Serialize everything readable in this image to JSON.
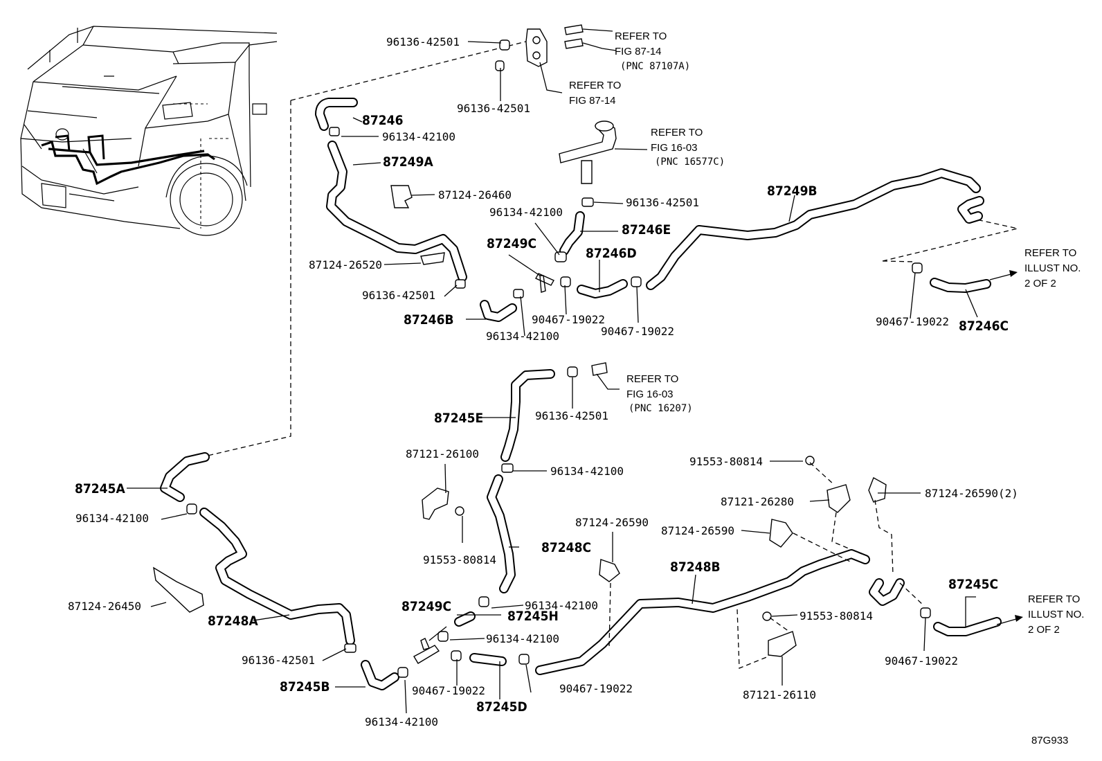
{
  "diagram_code": "87G933",
  "parts": {
    "p87246": "87246",
    "p87249A": "87249A",
    "p87249B": "87249B",
    "p87249C_top": "87249C",
    "p87249C_bot": "87249C",
    "p87246B": "87246B",
    "p87246C": "87246C",
    "p87246D": "87246D",
    "p87246E": "87246E",
    "p87245A": "87245A",
    "p87245B": "87245B",
    "p87245C": "87245C",
    "p87245D": "87245D",
    "p87245E": "87245E",
    "p87245H": "87245H",
    "p87248A": "87248A",
    "p87248B": "87248B",
    "p87248C": "87248C"
  },
  "numbers": {
    "n1": "96136-42501",
    "n2": "96136-42501",
    "n3": "96134-42100",
    "n4": "87124-26460",
    "n5": "96134-42100",
    "n6": "96136-42501",
    "n7": "87124-26520",
    "n8": "96136-42501",
    "n9": "90467-19022",
    "n10": "96134-42100",
    "n11": "90467-19022",
    "n12": "90467-19022",
    "n13": "96136-42501",
    "n14": "87121-26100",
    "n15": "96134-42100",
    "n16": "91553-80814",
    "n17": "87121-26280",
    "n18": "87124-26590(2)",
    "n19": "87124-26590",
    "n20": "87124-26590",
    "n21": "96134-42100",
    "n22": "91553-80814",
    "n23": "96134-42100",
    "n24": "96134-42100",
    "n25": "87124-26450",
    "n26": "96136-42501",
    "n27": "90467-19022",
    "n28": "90467-19022",
    "n29": "96134-42100",
    "n30": "91553-80814",
    "n31": "87121-26110",
    "n32": "90467-19022"
  },
  "refs": {
    "r1": {
      "l1": "REFER TO",
      "l2": "FIG 87-14",
      "l3": "(PNC 87107A)"
    },
    "r2": {
      "l1": "REFER TO",
      "l2": "FIG 87-14"
    },
    "r3": {
      "l1": "REFER TO",
      "l2": "FIG 16-03",
      "l3": "(PNC 16577C)"
    },
    "r4": {
      "l1": "REFER TO",
      "l2": "FIG 16-03",
      "l3": "(PNC 16207)"
    },
    "r5": {
      "l1": "REFER TO",
      "l2": "ILLUST NO.",
      "l3": "2 OF 2"
    },
    "r6": {
      "l1": "REFER TO",
      "l2": "ILLUST NO.",
      "l3": "2 OF 2"
    }
  }
}
